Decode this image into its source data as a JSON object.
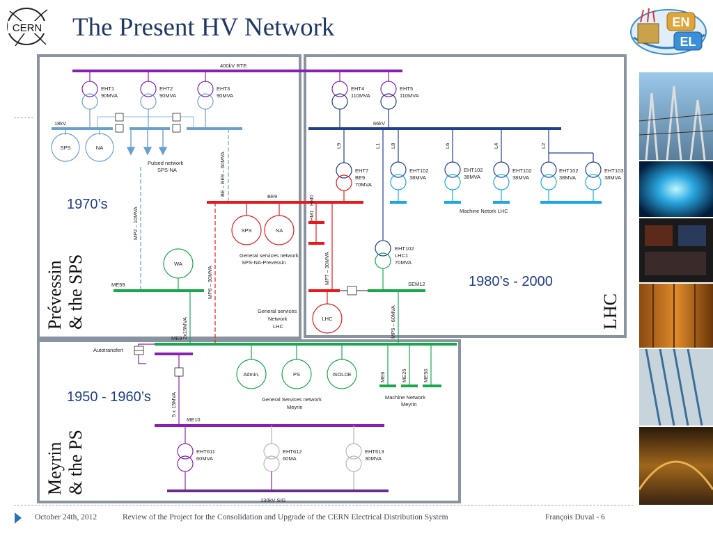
{
  "title": "The Present HV Network",
  "logos": {
    "cern": "CERN",
    "enel_top": "EN",
    "enel_bottom": "EL"
  },
  "colors": {
    "purple": "#8b1fb5",
    "blue_dark": "#1f3f8f",
    "blue_light": "#6aa0cf",
    "cyan": "#19a9e0",
    "red": "#e8191b",
    "green": "#17a84b",
    "grey": "#b5b5b5",
    "dark_purple": "#6b2c8e"
  },
  "eras": {
    "e1970": "1970’s",
    "e1980": "1980’s - 2000",
    "e1950": "1950 - 1960’s"
  },
  "regions": {
    "prevessin_1": "Prévessin",
    "prevessin_2": "& the SPS",
    "meyrin_1": "Meyrin",
    "meyrin_2": "& the PS",
    "lhc": "LHC"
  },
  "diagram": {
    "bus_400kv": "400kV RTE",
    "eht1": [
      "EHT1",
      "90MVA"
    ],
    "eht2": [
      "EHT2",
      "90MVA"
    ],
    "eht3": [
      "EHT3",
      "90MVA"
    ],
    "eht4": [
      "EHT4",
      "110MVA"
    ],
    "eht5": [
      "EHT5",
      "110MVA"
    ],
    "bus_18kv": "18kV",
    "bus_66kv": "66kV",
    "sps": "SPS",
    "na": "NA",
    "pulsed_network": [
      "Pulsed network",
      "SPS-NA"
    ],
    "feeder_be_be9": "BE – BE9 – 60MVA",
    "feeder_mp2": "MP2 – 10MVA",
    "feeder_mp6": "MP6 – 30MVA",
    "feeder_2x15": "2x15MVA",
    "feeder_mp7": "MP7 – 30MVA",
    "feeder_mp5": "MP5 – 60MVA",
    "feeder_5x15": "5 x 15MVA",
    "lines": [
      "L9",
      "L1",
      "L8",
      "L6",
      "L4",
      "L2"
    ],
    "eht7": [
      "EHT7",
      "BE9",
      "70MVA"
    ],
    "eht102_list": [
      [
        "EHT102",
        "38MVA"
      ],
      [
        "EHT102",
        "38MVA"
      ],
      [
        "EHT102",
        "38MVA"
      ],
      [
        "EHT102",
        "38MVA"
      ],
      [
        "EHT103",
        "38MVA"
      ]
    ],
    "machine_network_lhc": "Machine Netork LHC",
    "bus_be9": "BE9",
    "hm1": "HM1",
    "hm0": "HM0",
    "gs_sps_na": [
      "General services network",
      "SPS-NA-Prevessin"
    ],
    "eht102_lhc1": [
      "EHT102",
      "LHC1",
      "70MVA"
    ],
    "wa": "WA",
    "bus_me59": "ME59",
    "bus_sem12": "SEM12",
    "gs_lhc": [
      "General services",
      "Network",
      "LHC"
    ],
    "lhc_load": "LHC",
    "bus_me9": "ME9",
    "autotransfert": "Autotransfert",
    "admin": "Admin.",
    "ps": "PS",
    "isolde": "ISOLDE",
    "me6": "ME6",
    "me25": "ME25",
    "me50": "ME50",
    "gs_meyrin": [
      "General Services network",
      "Meyrin"
    ],
    "machine_network_meyrin": [
      "Machine Network",
      "Meyrin"
    ],
    "bus_me10": "ME10",
    "eht611": [
      "EHT611",
      "60MVA"
    ],
    "eht612": [
      "EHT612",
      "60MA"
    ],
    "eht613": [
      "EHT613",
      "30MVA"
    ],
    "bus_130kv": "130kV SIG"
  },
  "footer": {
    "date": "October 24th, 2012",
    "review": "Review of the Project for the Consolidation and Upgrade of the  CERN Electrical Distribution System",
    "author": "François Duval - 6"
  }
}
